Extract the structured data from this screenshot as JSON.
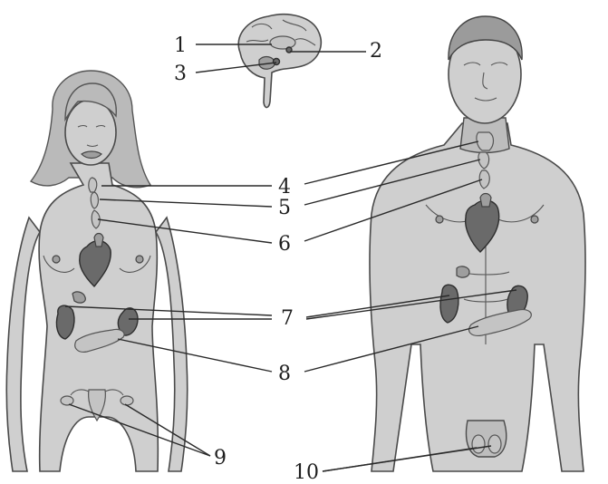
{
  "callouts": [
    {
      "id": "1",
      "text": "1"
    },
    {
      "id": "2",
      "text": "2"
    },
    {
      "id": "3",
      "text": "3"
    },
    {
      "id": "4",
      "text": "4"
    },
    {
      "id": "5",
      "text": "5"
    },
    {
      "id": "6",
      "text": "6"
    },
    {
      "id": "7",
      "text": "7"
    },
    {
      "id": "8",
      "text": "8"
    },
    {
      "id": "9",
      "text": "9"
    },
    {
      "id": "10",
      "text": "10"
    }
  ],
  "colors": {
    "skin": "#cfcfcf",
    "organ_dark": "#6a6a6a",
    "organ_light": "#c4c4c4",
    "line": "#2a2a2a"
  }
}
